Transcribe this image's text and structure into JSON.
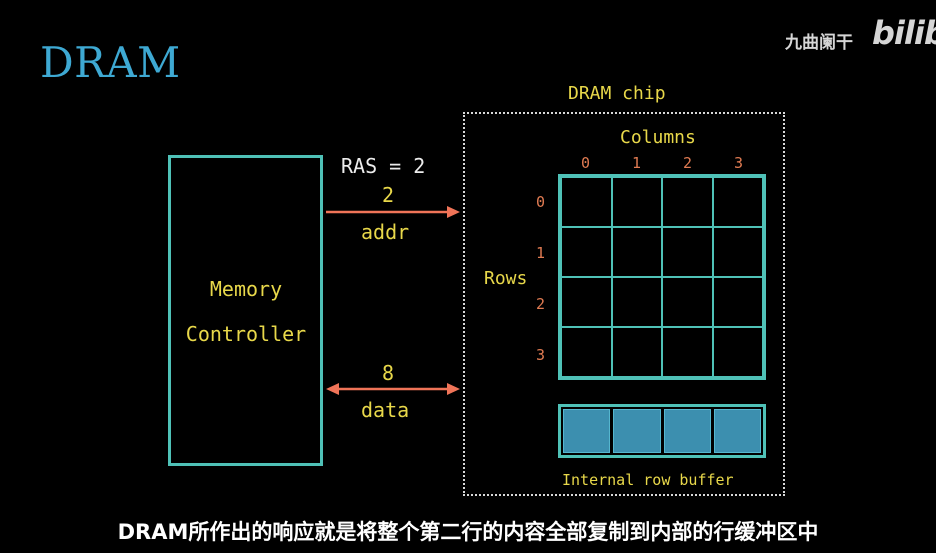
{
  "title": "DRAM",
  "watermark": {
    "text": "九曲阑干",
    "logo": "bilibili"
  },
  "memory_controller": {
    "line1": "Memory",
    "line2": "Controller"
  },
  "ras_label": "RAS = 2",
  "addr_bus": {
    "value": "2",
    "label": "addr"
  },
  "data_bus": {
    "value": "8",
    "label": "data"
  },
  "chip": {
    "title": "DRAM chip",
    "columns_label": "Columns",
    "rows_label": "Rows",
    "column_indices": [
      "0",
      "1",
      "2",
      "3"
    ],
    "row_indices": [
      "0",
      "1",
      "2",
      "3"
    ],
    "buffer_label": "Internal row buffer"
  },
  "subtitle": "DRAM所作出的响应就是将整个第二行的内容全部复制到内部的行缓冲区中",
  "colors": {
    "title": "#3ea9d3",
    "box": "#4fc1b7",
    "text": "#e8d84a",
    "arrow": "#f07458",
    "index": "#e07b52",
    "buffer_fill": "#3c8faf"
  }
}
